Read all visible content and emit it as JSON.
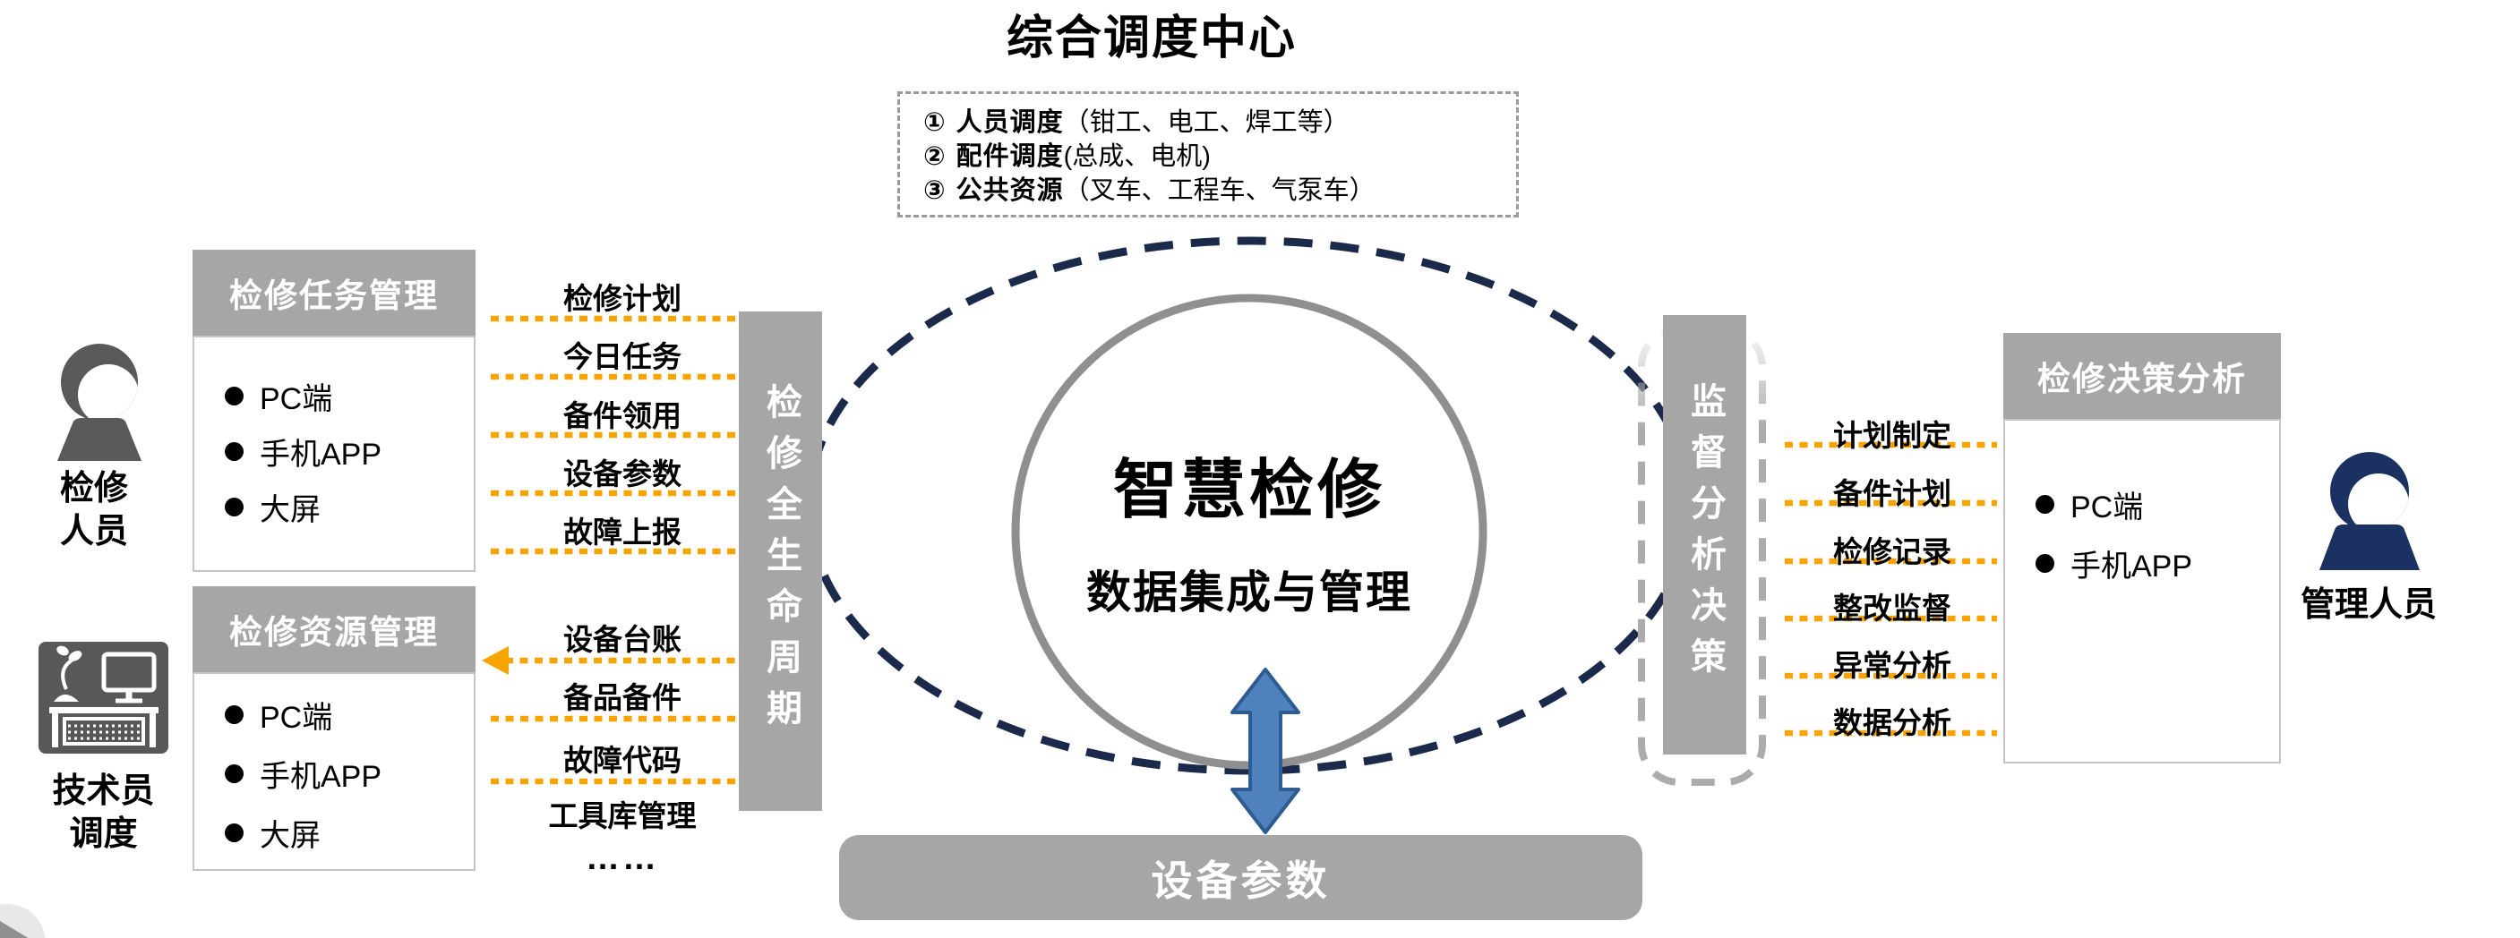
{
  "colors": {
    "orange": "#F7A400",
    "navy": "#1B2A4A",
    "bar_gray": "#A6A6A6",
    "box_border": "#C4C4C4",
    "circle_gray": "#8F8F8F",
    "arrow_fill": "#4F81BD",
    "arrow_edge": "#2F5B93",
    "person_gray": "#595959",
    "person_navy": "#1B3161",
    "dashed_frame": "#ACACAC"
  },
  "title": "综合调度中心",
  "legend": {
    "items": [
      {
        "num": "①",
        "term": "人员调度",
        "detail": "（钳工、电工、焊工等）"
      },
      {
        "num": "②",
        "term": "配件调度",
        "detail": "(总成、电机)"
      },
      {
        "num": "③",
        "term": "公共资源",
        "detail": "（叉车、工程车、气泵车）"
      }
    ]
  },
  "left_top_box": {
    "title": "检修任务管理",
    "bullets": [
      "PC端",
      "手机APP",
      "大屏"
    ]
  },
  "left_bottom_box": {
    "title": "检修资源管理",
    "bullets": [
      "PC端",
      "手机APP",
      "大屏"
    ]
  },
  "left_bar": "检修全生命周期",
  "right_bar": "监督分析决策",
  "left_links_top": [
    "检修计划",
    "今日任务",
    "备件领用",
    "设备参数",
    "故障上报"
  ],
  "left_links_bottom": [
    "设备台账",
    "备品备件",
    "故障代码",
    "工具库管理"
  ],
  "left_links_more": "……",
  "right_links": [
    "计划制定",
    "备件计划",
    "检修记录",
    "整改监督",
    "异常分析",
    "数据分析"
  ],
  "center": {
    "title": "智慧检修",
    "subtitle": "数据集成与管理"
  },
  "bottom_bar": "设备参数",
  "right_box": {
    "title": "检修决策分析",
    "bullets": [
      "PC端",
      "手机APP"
    ]
  },
  "persons": {
    "maintenance": {
      "line1": "检修",
      "line2": "人员"
    },
    "technician": {
      "line1": "技术员",
      "line2": "调度"
    },
    "manager": {
      "label": "管理人员"
    }
  }
}
